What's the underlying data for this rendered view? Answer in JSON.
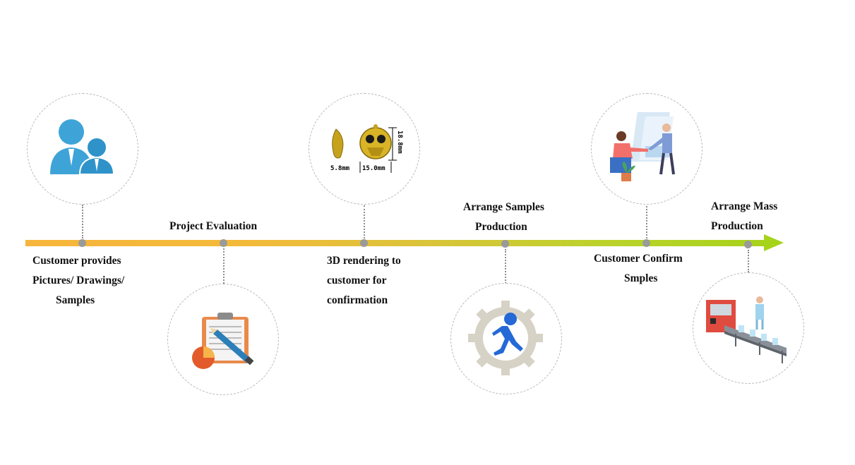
{
  "steps": [
    {
      "id": "customer-provides",
      "lines": [
        "Customer provides",
        "Pictures/ Drawings/",
        "Samples"
      ],
      "icon": "users-icon"
    },
    {
      "id": "project-evaluation",
      "lines": [
        "Project Evaluation"
      ],
      "icon": "clipboard-pencil-icon"
    },
    {
      "id": "3d-rendering",
      "lines": [
        "3D rendering to",
        "customer for",
        "confirmation"
      ],
      "icon": "3d-owl-pendant-icon",
      "dimensions": {
        "side_width": "5.8mm",
        "front_width": "15.0mm",
        "height": "18.8mm"
      }
    },
    {
      "id": "arrange-samples",
      "lines": [
        "Arrange Samples",
        "Production"
      ],
      "icon": "gear-runner-icon"
    },
    {
      "id": "customer-confirm",
      "lines": [
        "Customer Confirm",
        "Smples"
      ],
      "icon": "meeting-handshake-icon"
    },
    {
      "id": "arrange-mass",
      "lines": [
        "Arrange Mass",
        "Production"
      ],
      "icon": "factory-conveyor-icon"
    }
  ],
  "colors": {
    "timeline_start": "#f6b53c",
    "timeline_end": "#a6d41b",
    "node": "#9a9a9a"
  }
}
